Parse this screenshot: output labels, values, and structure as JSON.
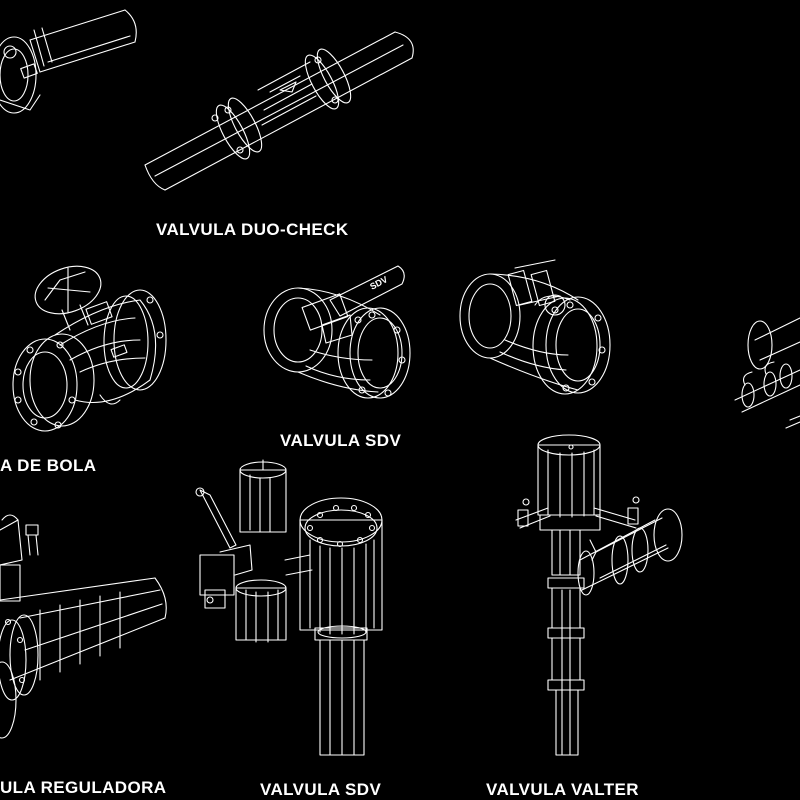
{
  "labels": {
    "duo_check": "VALVULA DUO-CHECK",
    "bola": "A DE BOLA",
    "sdv_top": "VALVULA SDV",
    "reguladora": "ULA REGULADORA",
    "sdv_bottom": "VALVULA SDV",
    "valter": "VALVULA VALTER"
  },
  "tag_text": "SDV",
  "colors": {
    "background": "#000000",
    "lines": "#ffffff"
  }
}
